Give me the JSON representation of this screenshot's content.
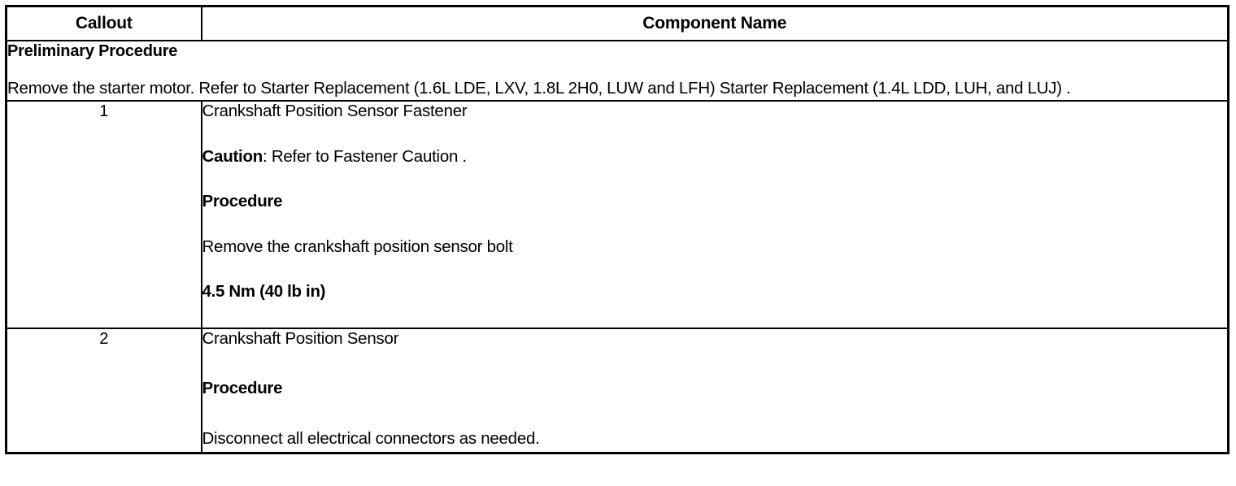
{
  "table": {
    "headers": {
      "callout": "Callout",
      "component_name": "Component Name"
    },
    "preliminary": {
      "title": "Preliminary Procedure",
      "body": "Remove the starter motor. Refer to Starter Replacement (1.6L LDE, LXV, 1.8L 2H0, LUW and LFH) Starter Replacement (1.4L LDD, LUH, and LUJ) ."
    },
    "rows": [
      {
        "callout": "1",
        "lines": [
          {
            "text": "Crankshaft Position Sensor Fastener",
            "style": "normal"
          },
          {
            "lead": "Caution",
            "text": ": Refer to Fastener Caution .",
            "style": "lead-bold"
          },
          {
            "text": "Procedure",
            "style": "bold"
          },
          {
            "text": "Remove the crankshaft position sensor bolt",
            "style": "normal"
          },
          {
            "text": "4.5 Nm (40 lb in)",
            "style": "torque"
          }
        ]
      },
      {
        "callout": "2",
        "lines": [
          {
            "text": "Crankshaft Position Sensor",
            "style": "normal"
          },
          {
            "text": "Procedure",
            "style": "bold"
          },
          {
            "text": "Disconnect all electrical connectors as needed.",
            "style": "normal"
          }
        ]
      }
    ]
  },
  "colors": {
    "border": "#000000",
    "background": "#ffffff",
    "text": "#000000"
  }
}
